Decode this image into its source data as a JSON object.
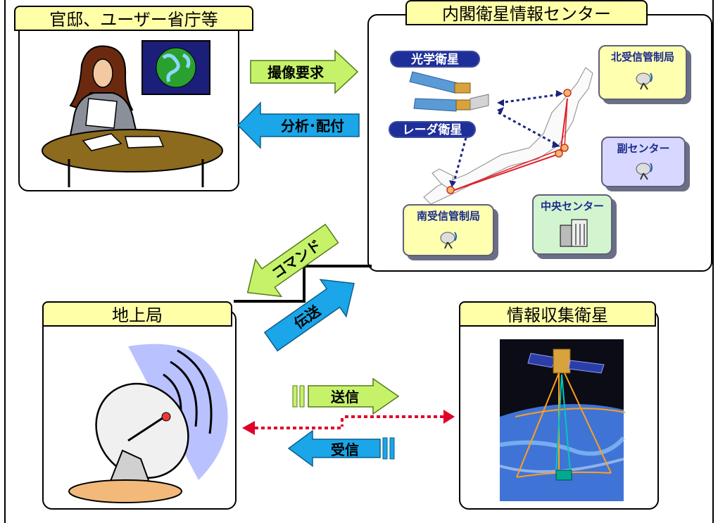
{
  "panels": {
    "government": {
      "title": "官邸、ユーザー省庁等"
    },
    "center": {
      "title": "内閣衛星情報センター"
    },
    "ground": {
      "title": "地上局"
    },
    "satellite": {
      "title": "情報収集衛星"
    }
  },
  "center_diagram": {
    "optical_label": "光学衛星",
    "radar_label": "レーダ衛星",
    "north_station": "北受信管制局",
    "sub_center": "副センター",
    "central_center": "中央センター",
    "south_station": "南受信管制局"
  },
  "arrows": {
    "imaging_request": "撮像要求",
    "analysis_distribution": "分析･配付",
    "command": "コマンド",
    "transmission": "伝送",
    "send": "送信",
    "receive": "受信"
  },
  "colors": {
    "tab_fill": "#ffffa8",
    "green_arrow": "#c6f26a",
    "blue_arrow": "#1aa6e8",
    "red_dotted": "#e0002a",
    "navy_dotted": "#1a237e"
  },
  "icons": [
    "person-reading-icon",
    "globe-icon",
    "satellite-dish-icon",
    "satellite-icon",
    "building-icon",
    "antenna-icon",
    "japan-map-icon",
    "earth-orbit-icon"
  ]
}
